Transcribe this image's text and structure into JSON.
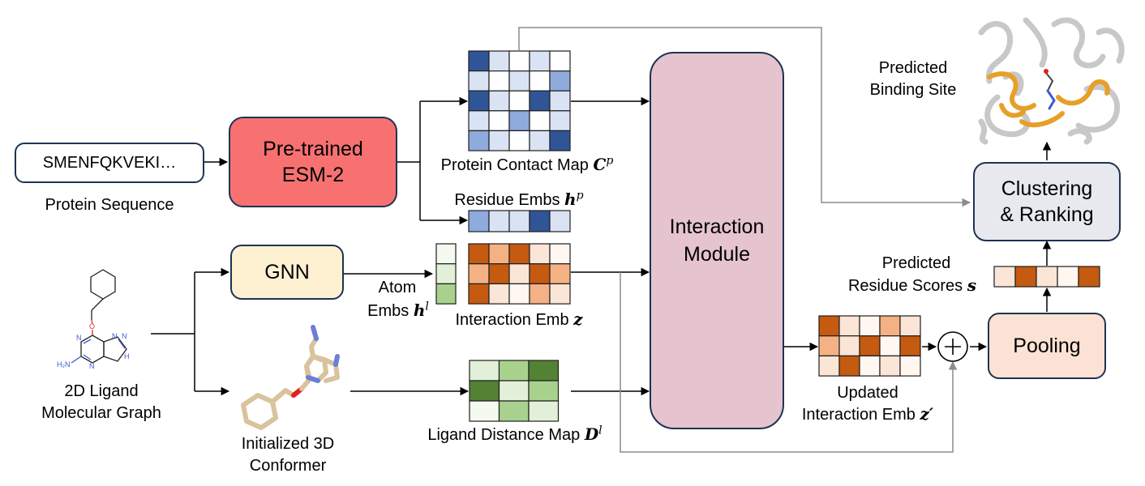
{
  "protein_sequence": {
    "text": "SMENFQKVEKI…",
    "label": "Protein Sequence"
  },
  "esm": {
    "line1": "Pre-trained",
    "line2": "ESM-2"
  },
  "contact_map": {
    "label": "Protein Contact Map",
    "symbol": "C",
    "sup": "p"
  },
  "residue_embs": {
    "label": "Residue Embs",
    "symbol": "h",
    "sup": "p"
  },
  "gnn": {
    "label": "GNN"
  },
  "atom_embs": {
    "line1": "Atom",
    "line2": "Embs",
    "symbol": "h",
    "sup": "l"
  },
  "interaction_emb": {
    "label": "Interaction Emb",
    "symbol": "z"
  },
  "ligand_graph": {
    "line1": "2D Ligand",
    "line2": "Molecular Graph"
  },
  "conformer": {
    "line1": "Initialized 3D",
    "line2": "Conformer"
  },
  "ligand_distance": {
    "label": "Ligand Distance Map",
    "symbol": "D",
    "sup": "l"
  },
  "interaction_module": {
    "line1": "Interaction",
    "line2": "Module"
  },
  "updated_emb": {
    "line1": "Updated",
    "line2": "Interaction Emb",
    "symbol": "z′"
  },
  "plus": {
    "symbol": "+"
  },
  "pooling": {
    "label": "Pooling"
  },
  "residue_scores": {
    "line1": "Predicted",
    "line2": "Residue Scores",
    "symbol": "s"
  },
  "clustering": {
    "line1": "Clustering",
    "line2": "& Ranking"
  },
  "binding_site": {
    "line1": "Predicted",
    "line2": "Binding Site"
  },
  "colors": {
    "esm_fill": "#f77171",
    "gnn_fill": "#fdf1d2",
    "interaction_fill": "#e5c3cf",
    "pooling_fill": "#fbe2d4",
    "clustering_fill": "#e7e9ee",
    "box_stroke": "#1f3352",
    "blue_dark": "#2f5597",
    "blue_mid": "#8faadc",
    "blue_light": "#dae3f3",
    "orange_dark": "#c55a11",
    "orange_mid": "#f4b183",
    "orange_light": "#fbe5d6",
    "green_dark": "#548235",
    "green_mid": "#a9d18e",
    "green_light": "#e2f0d9",
    "arrow": "#000000",
    "arrow_gray": "#8c8c8c",
    "protein_gold": "#e6a02a"
  },
  "matrices": {
    "contact_map": [
      [
        3,
        1,
        0,
        1,
        0
      ],
      [
        1,
        0,
        1,
        0,
        2
      ],
      [
        3,
        1,
        0,
        3,
        1
      ],
      [
        1,
        0,
        2,
        0,
        1
      ],
      [
        2,
        1,
        0,
        1,
        3
      ]
    ],
    "residue_embs": [
      [
        2,
        1,
        1,
        3,
        1
      ]
    ],
    "atom_embs": [
      [
        0
      ],
      [
        1
      ],
      [
        2
      ]
    ],
    "interaction_emb": [
      [
        3,
        2,
        3,
        1,
        0
      ],
      [
        2,
        3,
        1,
        3,
        2
      ],
      [
        3,
        1,
        0,
        2,
        1
      ]
    ],
    "ligand_distance": [
      [
        1,
        2,
        3
      ],
      [
        3,
        1,
        2
      ],
      [
        0,
        2,
        1
      ]
    ],
    "updated_emb": [
      [
        3,
        1,
        0,
        2,
        1
      ],
      [
        2,
        1,
        3,
        0,
        3
      ],
      [
        1,
        3,
        0,
        1,
        0
      ]
    ],
    "residue_scores": [
      [
        1,
        3,
        1,
        0,
        3
      ]
    ]
  }
}
